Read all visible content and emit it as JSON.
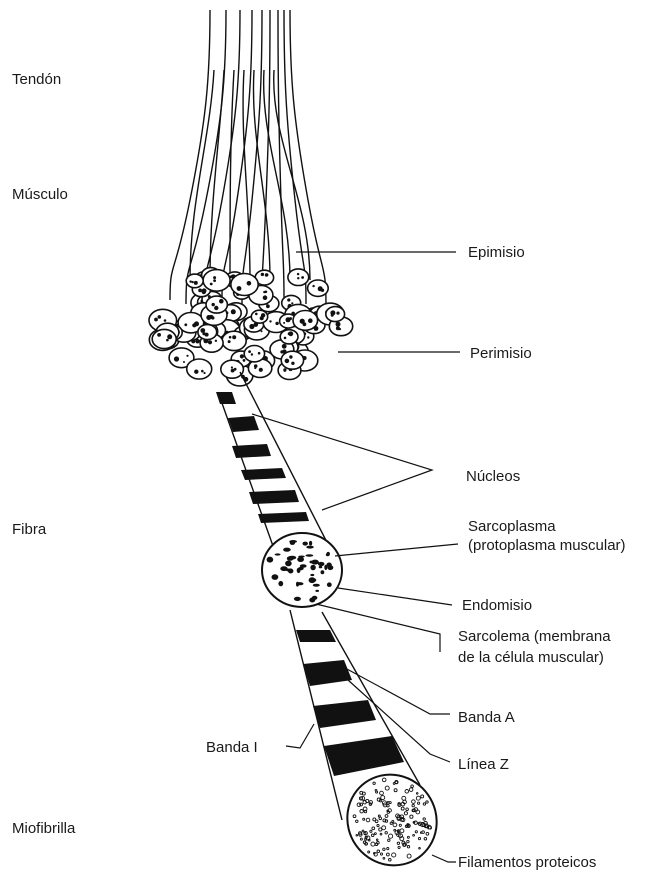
{
  "levels": {
    "tendon": "Tendón",
    "muscle": "Músculo",
    "fiber": "Fibra",
    "myofibril": "Miofibrilla"
  },
  "labels": {
    "epimysium": "Epimisio",
    "perimysium": "Perimisio",
    "nuclei": "Núcleos",
    "sarcoplasm_1": "Sarcoplasma",
    "sarcoplasm_2": "(protoplasma muscular)",
    "endomysium": "Endomisio",
    "sarcolemma_1": "Sarcolema (membrana",
    "sarcolemma_2": "de la célula muscular)",
    "a_band": "Banda A",
    "z_line": "Línea Z",
    "i_band": "Banda I",
    "filaments": "Filamentos proteicos"
  }
}
